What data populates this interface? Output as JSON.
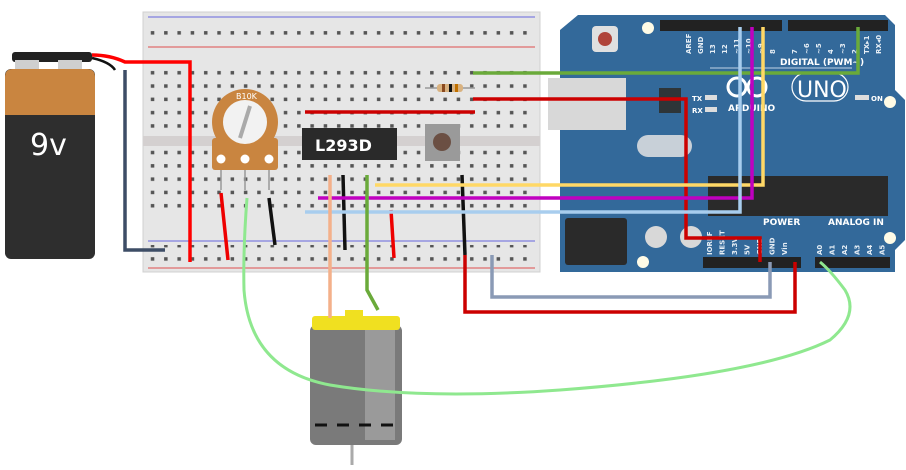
{
  "battery": {
    "label": "9v"
  },
  "potentiometer": {
    "label": "B10K"
  },
  "driver_chip": {
    "label": "L293D"
  },
  "arduino": {
    "brand": "ARDUINO",
    "model": "UNO",
    "digital_label": "DIGITAL (PWM~)",
    "power_label": "POWER",
    "analog_label": "ANALOG IN",
    "tx": "TX",
    "rx": "RX",
    "on": "ON",
    "digital_pins_left": [
      "AREF",
      "GND",
      "13",
      "12",
      "~11",
      "~10",
      "~9",
      "8"
    ],
    "digital_pins_right": [
      "7",
      "~6",
      "~5",
      "4",
      "~3",
      "2",
      "TX▸1",
      "RX◂0"
    ],
    "power_pins": [
      "IOREF",
      "RESET",
      "3.3V",
      "5V",
      "GND",
      "GND",
      "Vin"
    ],
    "analog_pins": [
      "A0",
      "A1",
      "A2",
      "A3",
      "A4",
      "A5"
    ]
  },
  "colors": {
    "board": "#33699a",
    "breadboard": "#e6e6e6",
    "wire_red": "#cc0000",
    "wire_green": "#6aaa3a",
    "wire_yellow": "#ffd866",
    "wire_magenta": "#c000c0",
    "wire_lightblue": "#a8cdee",
    "wire_slate": "#8a9ab5",
    "wire_lightgreen": "#8fe88f",
    "battery_orange": "#c98540"
  }
}
